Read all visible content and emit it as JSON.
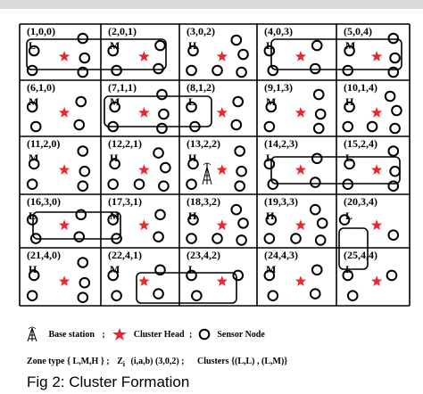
{
  "cells": [
    {
      "label": "(1,0,0)",
      "zone": "L",
      "nodes": 5
    },
    {
      "label": "(2,0,1)",
      "zone": "M",
      "nodes": 4
    },
    {
      "label": "(3,0,2)",
      "zone": "H",
      "nodes": 6
    },
    {
      "label": "(4,0,3)",
      "zone": "L",
      "nodes": 4
    },
    {
      "label": "(5,0,4)",
      "zone": "M",
      "nodes": 5
    },
    {
      "label": "(6,1,0)",
      "zone": "M",
      "nodes": 4
    },
    {
      "label": "(7,1,1)",
      "zone": "M",
      "nodes": 5
    },
    {
      "label": "(8,1,2)",
      "zone": "L",
      "nodes": 4
    },
    {
      "label": "(9,1,3)",
      "zone": "M",
      "nodes": 5
    },
    {
      "label": "(10,1,4)",
      "zone": "H",
      "nodes": 6
    },
    {
      "label": "(11,2,0)",
      "zone": "M",
      "nodes": 5
    },
    {
      "label": "(12,2,1)",
      "zone": "H",
      "nodes": 6
    },
    {
      "label": "(13,2,2)",
      "zone": "H",
      "nodes": 5
    },
    {
      "label": "(14,2,3)",
      "zone": "L",
      "nodes": 4
    },
    {
      "label": "(15,2,4)",
      "zone": "L",
      "nodes": 5
    },
    {
      "label": "(16,3,0)",
      "zone": "L",
      "nodes": 4
    },
    {
      "label": "(17,3,1)",
      "zone": "M",
      "nodes": 4
    },
    {
      "label": "(18,3,2)",
      "zone": "H",
      "nodes": 6
    },
    {
      "label": "(19,3,3)",
      "zone": "H",
      "nodes": 6
    },
    {
      "label": "(20,3,4)",
      "zone": "L",
      "nodes": 2
    },
    {
      "label": "(21,4,0)",
      "zone": "H",
      "nodes": 5
    },
    {
      "label": "(22,4,1)",
      "zone": "M",
      "nodes": 4
    },
    {
      "label": "(23,4,2)",
      "zone": "L",
      "nodes": 3
    },
    {
      "label": "(24,4,3)",
      "zone": "M",
      "nodes": 4
    },
    {
      "label": "(25,4,4)",
      "zone": "L",
      "nodes": 3
    }
  ],
  "legend": {
    "base_station": "Base station",
    "sep1": ";",
    "cluster_head": "Cluster Head",
    "sep2": ";",
    "sensor_node": "Sensor Node",
    "zone_type": "Zone type { L,M,H } ;",
    "zone_id_prefix": "Z",
    "zone_id_subscript": "i",
    "zone_id_rest": "(i,a,b) (3,0,2)  ;",
    "clusters": "Clusters  {(L,L) , (L,M)}"
  },
  "caption": "Fig 2: Cluster Formation",
  "colors": {
    "star": "#e8282e",
    "line": "#000000",
    "background": "#ffffff"
  }
}
